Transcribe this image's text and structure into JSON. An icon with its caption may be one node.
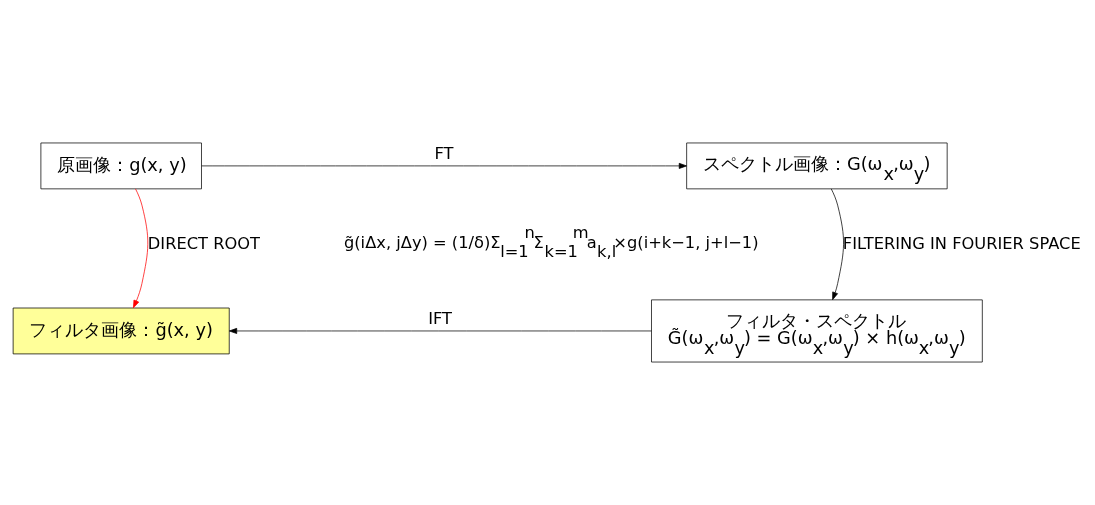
{
  "diagram": {
    "nodes": [
      {
        "text": [
          "原画像：g(x, y)"
        ]
      },
      {
        "text": [
          "スペクトル画像：G(ω$_{x}$,ω$_{y}$)"
        ]
      },
      {
        "text": [
          "フィルタ画像：g̃(x, y)"
        ]
      },
      {
        "text": [
          "フィルタ・スペクトル",
          "G̃(ω$_{x}$,ω$_{y}$) = G(ω$_{x}$,ω$_{y}$) × h(ω$_{x}$,ω$_{y}$)"
        ]
      }
    ],
    "edges": [
      {
        "from": 0,
        "to": 1,
        "arrow": "to",
        "label": "FT"
      },
      {
        "from": 1,
        "to": 3,
        "arrow": "to",
        "label": "FILTERING IN FOURIER SPACE"
      },
      {
        "from": 3,
        "to": 2,
        "arrow": "to",
        "label": "IFT"
      },
      {
        "from": 0,
        "to": 2,
        "arrow": "to",
        "label": "DIRECT ROOT",
        "color": "#ff0000"
      }
    ],
    "labels": [
      "g̃(iΔx, jΔy) = (1/δ)Σ$_{l=1}$$^{n}$Σ$_{k=1}$$^{m}$a$_{k,l}$×g(i+k−1, j+l−1)"
    ]
  }
}
